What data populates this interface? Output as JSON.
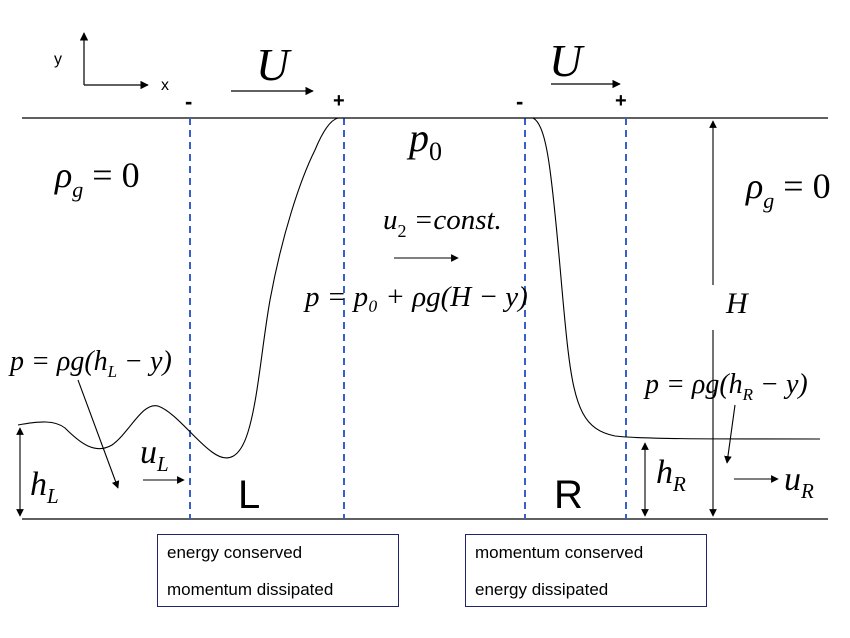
{
  "axes": {
    "y_label": "y",
    "x_label": "x"
  },
  "velocity": {
    "symbol": "U"
  },
  "signs": {
    "left_minus": "-",
    "left_plus": "+",
    "right_minus": "-",
    "right_plus": "+"
  },
  "regions": {
    "left": "L",
    "right": "R"
  },
  "equations": {
    "p0_base": "p",
    "p0_sub": "0",
    "rho_g_left_base": "ρ",
    "rho_g_left_sub": "g",
    "rho_g_left_rest": " = 0",
    "rho_g_right_base": "ρ",
    "rho_g_right_sub": "g",
    "rho_g_right_rest": " = 0",
    "u2_base": "u",
    "u2_sub": "2",
    "u2_rest": " =const.",
    "pressure_middle": "p = p₀ + ρg(H − y)",
    "pressure_left_a": "p = ρg(h",
    "pressure_left_sub": "L",
    "pressure_left_b": " − y)",
    "pressure_right_a": "p = ρg(h",
    "pressure_right_sub": "R",
    "pressure_right_b": " − y)",
    "H": "H",
    "hL_base": "h",
    "hL_sub": "L",
    "hR_base": "h",
    "hR_sub": "R",
    "uL_base": "u",
    "uL_sub": "L",
    "uR_base": "u",
    "uR_sub": "R"
  },
  "boxes": {
    "left": {
      "line1": "energy conserved",
      "line2": "momentum dissipated"
    },
    "right": {
      "line1": "momentum conserved",
      "line2": "energy dissipated"
    }
  },
  "colors": {
    "dashed_lines": "#3a5fcd",
    "box_border": "#24246e",
    "ink": "#000000"
  }
}
